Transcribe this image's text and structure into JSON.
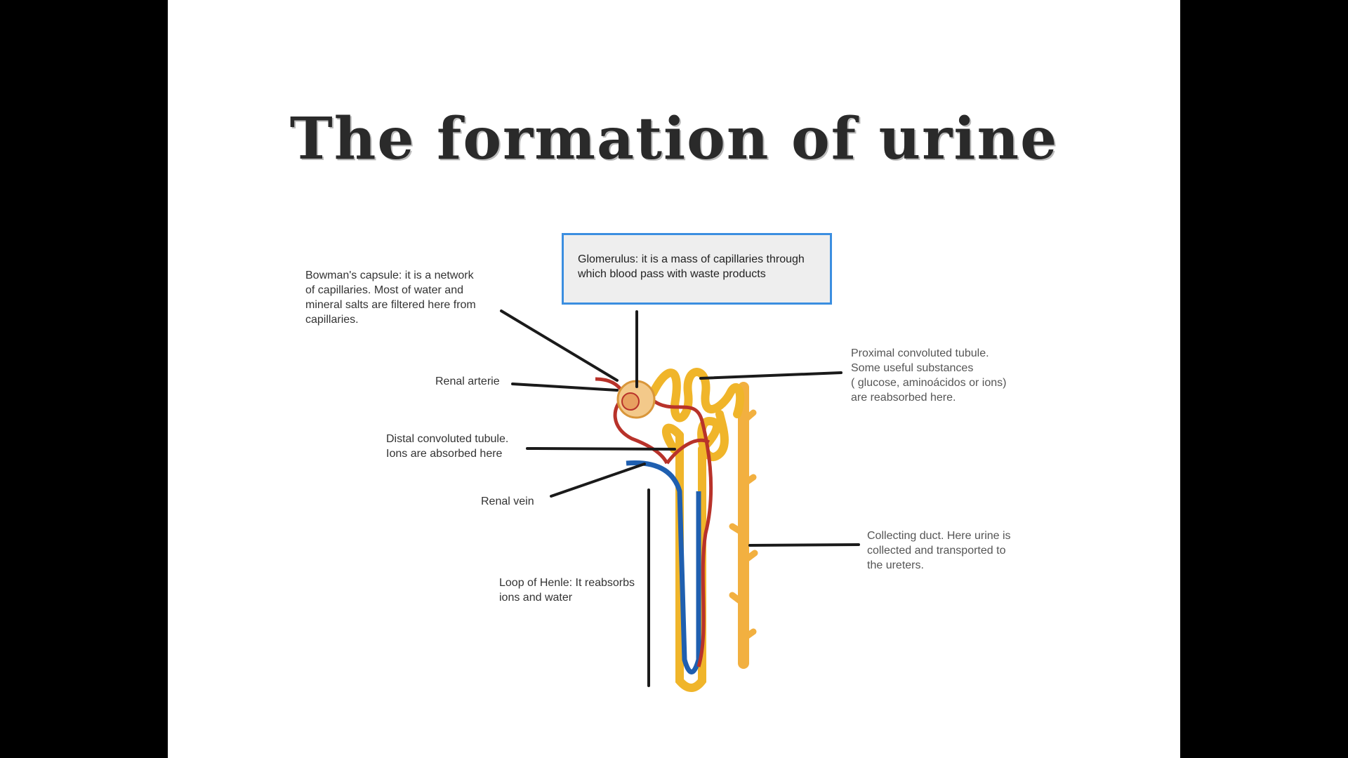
{
  "title": "The formation of urine",
  "labels": {
    "glomerulus": "Glomerulus: it is a mass of capillaries through which blood pass with waste products",
    "bowman": "Bowman's capsule: it is a network\nof capillaries. Most of water and\nmineral salts are filtered here from\ncapillaries.",
    "renal_arterie": "Renal arterie",
    "distal": "Distal convoluted tubule.\nIons are absorbed here",
    "renal_vein": "Renal vein",
    "loop_henle": "Loop of Henle: It reabsorbs\nions and water",
    "proximal": "Proximal convoluted tubule.\nSome useful substances\n( glucose, aminoácidos or ions)\nare reabsorbed here.",
    "collecting": "Collecting duct. Here urine is\ncollected and transported to\nthe ureters."
  },
  "colors": {
    "tubule": "#f0b52a",
    "artery": "#c0392b",
    "vein": "#1f5fb0",
    "box_border": "#3b8ee0"
  }
}
